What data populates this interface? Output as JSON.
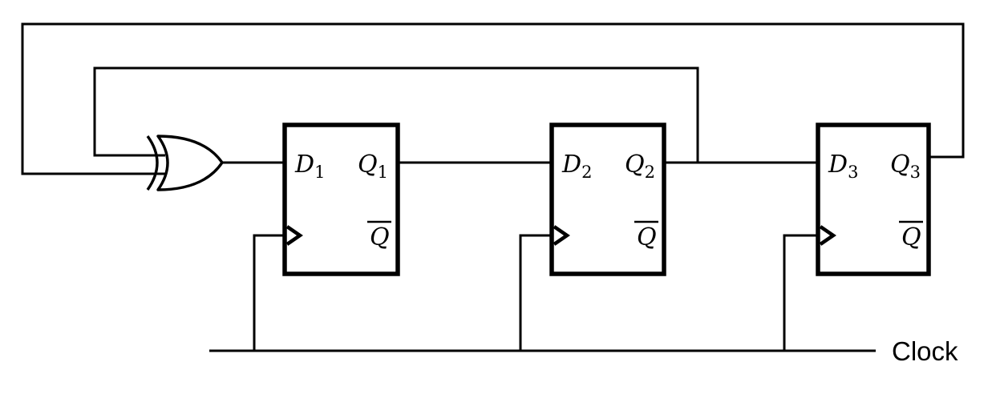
{
  "diagram": {
    "kind": "logic-circuit",
    "description": "3-bit linear feedback shift register: XOR gate into D flip-flop chain with clock rail",
    "background_color": "#ffffff",
    "line_color": "#000000"
  },
  "gate": {
    "type": "XOR",
    "icon": "xor-gate-icon",
    "input_1": "feedback from Q2-to-D3 wire",
    "input_2": "feedback from Q3 output",
    "output_to": "D1"
  },
  "flip_flops": [
    {
      "d": "D",
      "d_sub": "1",
      "q": "Q",
      "q_sub": "1",
      "qbar": "Q",
      "qbar_overline": true,
      "clock_edge_marker": "triangle"
    },
    {
      "d": "D",
      "d_sub": "2",
      "q": "Q",
      "q_sub": "2",
      "qbar": "Q",
      "qbar_overline": true,
      "clock_edge_marker": "triangle"
    },
    {
      "d": "D",
      "d_sub": "3",
      "q": "Q",
      "q_sub": "3",
      "qbar": "Q",
      "qbar_overline": true,
      "clock_edge_marker": "triangle"
    }
  ],
  "clock": {
    "label": "Clock"
  },
  "connections": [
    "XOR output -> D1",
    "Q1 -> D2",
    "Q2 -> D3 (tapped to upper XOR input via inner feedback loop)",
    "Q3 -> lower XOR input via outer feedback loop",
    "Clock rail -> clock input of FF1, FF2, FF3"
  ]
}
